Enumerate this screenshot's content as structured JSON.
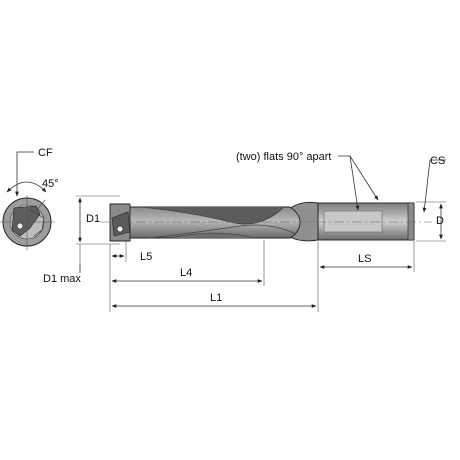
{
  "labels": {
    "cf": "CF",
    "angle": "45°",
    "d1": "D1",
    "d1max": "D1 max",
    "l5": "L5",
    "l4": "L4",
    "l1": "L1",
    "ls": "LS",
    "d": "D",
    "cs": "CS",
    "flats_note": "(two) flats 90° apart"
  },
  "colors": {
    "drill_dark": "#6f6f6f",
    "drill_mid": "#9a9a9a",
    "drill_light": "#c9c9c9",
    "line": "#333333"
  }
}
